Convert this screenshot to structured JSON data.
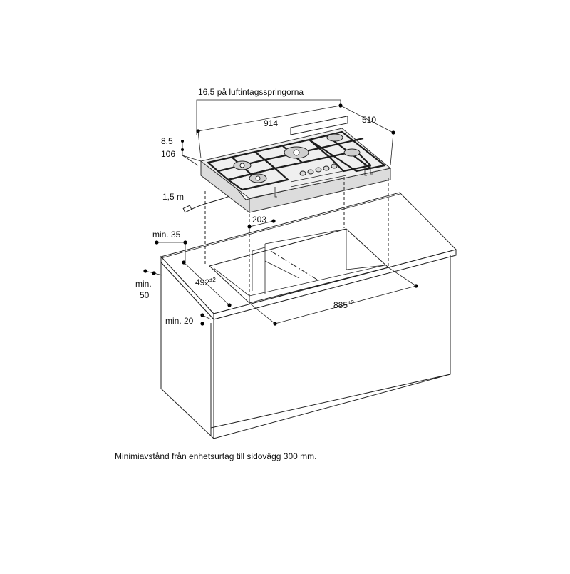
{
  "labels": {
    "air_intake": "16,5 på luftintagsspringorna",
    "width_hob": "914",
    "depth_hob": "510",
    "height_a": "8,5",
    "height_b": "106",
    "cable": "1,5 m",
    "offset_front": "203",
    "min_rear": "min. 35",
    "min_front_value": "min.",
    "min_front_num": "50",
    "cutout_depth": "492",
    "cutout_depth_tol": "±2",
    "cutout_width": "885",
    "cutout_width_tol": "±2",
    "min_below": "min. 20"
  },
  "note": "Minimiavstånd från enhetsurtag till sidovägg 300 mm."
}
